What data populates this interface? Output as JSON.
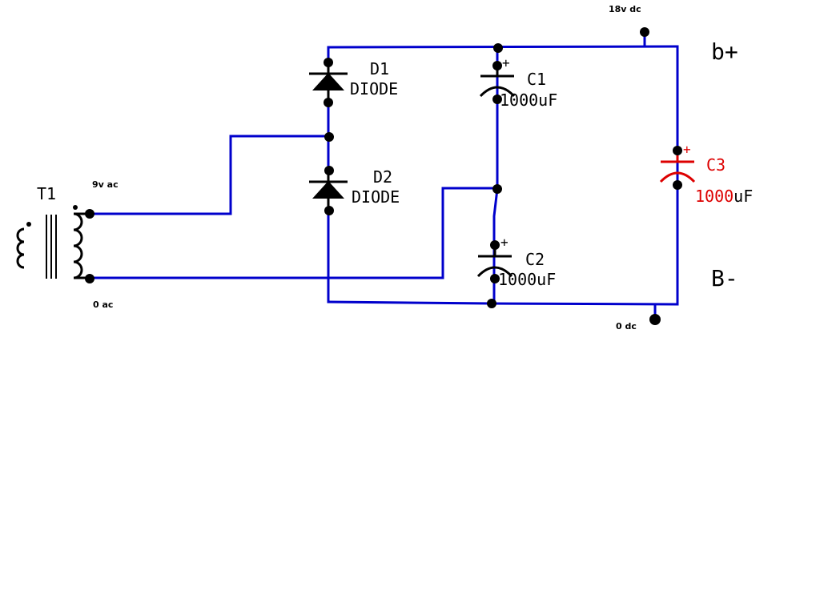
{
  "transformer": {
    "ref": "T1"
  },
  "diode1": {
    "ref": "D1",
    "type": "DIODE"
  },
  "diode2": {
    "ref": "D2",
    "type": "DIODE"
  },
  "cap1": {
    "ref": "C1",
    "value": "1000uF",
    "polarity": "+"
  },
  "cap2": {
    "ref": "C2",
    "value": "1000uF",
    "polarity": "+"
  },
  "cap3": {
    "ref": "C3",
    "value_num": "1000",
    "value_unit": "uF",
    "polarity": "+"
  },
  "labels": {
    "ac_top": "9v ac",
    "ac_bottom": "0 ac",
    "dc_top": "18v dc",
    "dc_bottom": "0 dc",
    "b_plus": "b+",
    "b_minus": "B-"
  },
  "colors": {
    "wire": "#0000cc",
    "component": "#000000",
    "highlight": "#dd0000"
  }
}
